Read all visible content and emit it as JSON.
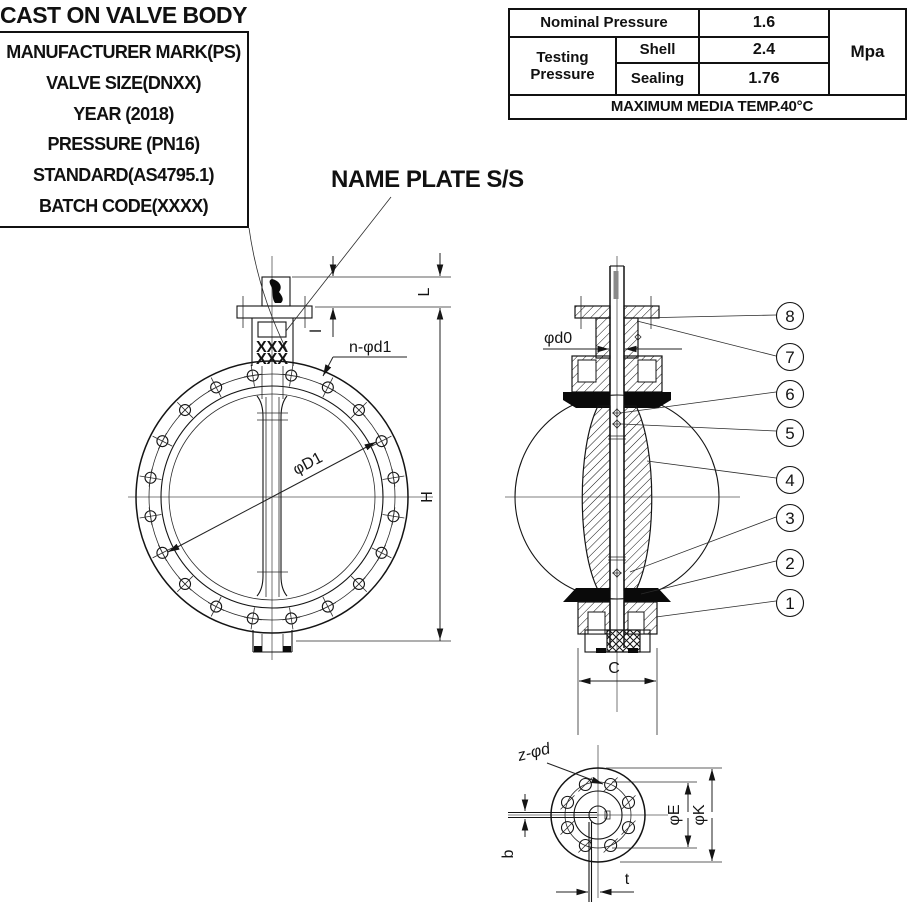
{
  "cast_box": {
    "heading": "CAST ON VALVE BODY",
    "lines": [
      "MANUFACTURER MARK(PS)",
      "VALVE SIZE(DNXX)",
      "YEAR (2018)",
      "PRESSURE (PN16)",
      "STANDARD(AS4795.1)",
      "BATCH CODE(XXXX)"
    ]
  },
  "pressure_table": {
    "nominal_label": "Nominal Pressure",
    "nominal_value": "1.6",
    "testing_line1": "Testing",
    "testing_line2": "Pressure",
    "shell_label": "Shell",
    "shell_value": "2.4",
    "sealing_label": "Sealing",
    "sealing_value": "1.76",
    "unit": "Mpa",
    "footer": "MAXIMUM MEDIA TEMP.40°C"
  },
  "labels": {
    "name_plate": "NAME PLATE S/S",
    "front_bolt_holes": "n-φd1",
    "front_bolt_circle": "φD1",
    "height": "H",
    "top_length": "L",
    "top_length_inner": "l",
    "stem_diameter": "φd0",
    "face_to_face": "C",
    "bottom_holes": "z-φd",
    "bottom_bolt_circle": "φE",
    "bottom_flange_od": "φK",
    "key_width": "b",
    "key_depth": "t",
    "cast_mark_row1": "XXX",
    "cast_mark_row2": "XXX"
  },
  "balloons": [
    {
      "n": "8"
    },
    {
      "n": "7"
    },
    {
      "n": "6"
    },
    {
      "n": "5"
    },
    {
      "n": "4"
    },
    {
      "n": "3"
    },
    {
      "n": "2"
    },
    {
      "n": "1"
    }
  ],
  "line_color": "#141414"
}
